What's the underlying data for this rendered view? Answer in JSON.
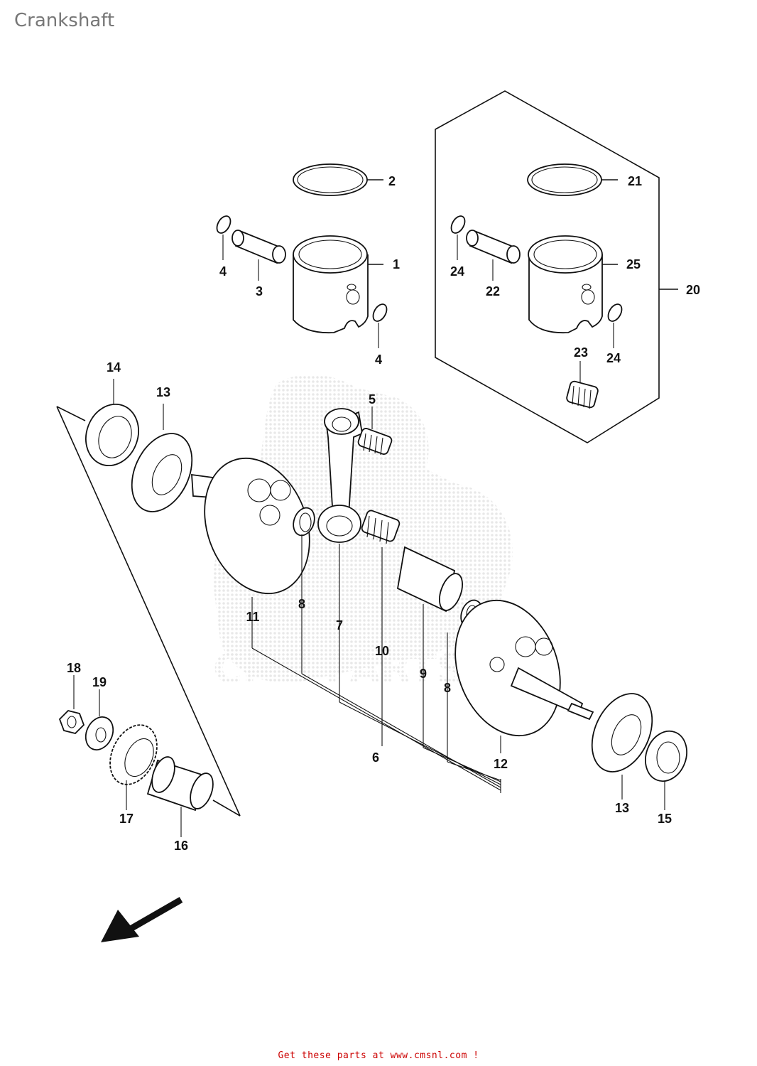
{
  "page": {
    "title": "Crankshaft",
    "footer_link": "Get these parts at www.cmsnl.com !"
  },
  "diagram": {
    "callouts": [
      "1",
      "2",
      "3",
      "4",
      "4",
      "5",
      "6",
      "7",
      "8",
      "8",
      "9",
      "10",
      "11",
      "12",
      "13",
      "13",
      "14",
      "15",
      "16",
      "17",
      "18",
      "19",
      "20",
      "21",
      "22",
      "23",
      "24",
      "24",
      "25"
    ],
    "watermark_text": "CMS PARTS"
  },
  "icons": {
    "direction_arrow": "front-direction-arrow-icon"
  }
}
